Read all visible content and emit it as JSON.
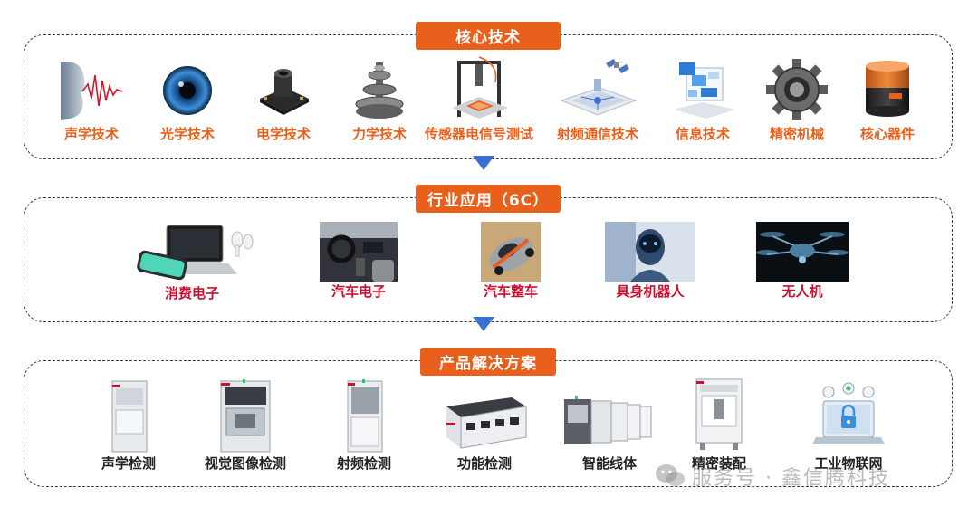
{
  "core_tech": {
    "title": "核心技术",
    "items": [
      {
        "label": "声学技术",
        "icon": "acoustic-wave-head-icon"
      },
      {
        "label": "光学技术",
        "icon": "eye-iris-icon"
      },
      {
        "label": "电学技术",
        "icon": "camera-module-chip-icon"
      },
      {
        "label": "力学技术",
        "icon": "gear-stack-icon"
      },
      {
        "label": "传感器电信号测试",
        "icon": "sensor-test-rig-icon"
      },
      {
        "label": "射频通信技术",
        "icon": "satellite-tablet-icon"
      },
      {
        "label": "信息技术",
        "icon": "monitor-screens-icon"
      },
      {
        "label": "精密机械",
        "icon": "precision-gear-icon"
      },
      {
        "label": "核心器件",
        "icon": "cylinder-device-icon"
      }
    ]
  },
  "industry": {
    "title": "行业应用（6C）",
    "items": [
      {
        "label": "消费电子",
        "icon": "laptop-phone-earbuds-icon"
      },
      {
        "label": "汽车电子",
        "icon": "car-interior-icon"
      },
      {
        "label": "汽车整车",
        "icon": "sports-car-icon"
      },
      {
        "label": "具身机器人",
        "icon": "robot-head-icon"
      },
      {
        "label": "无人机",
        "icon": "drone-icon"
      }
    ]
  },
  "solutions": {
    "title": "产品解决方案",
    "items": [
      {
        "label": "声学检测",
        "icon": "acoustic-test-cabinet-icon"
      },
      {
        "label": "视觉图像检测",
        "icon": "vision-test-cabinet-icon"
      },
      {
        "label": "射频检测",
        "icon": "rf-test-cabinet-icon"
      },
      {
        "label": "功能检测",
        "icon": "function-test-line-icon"
      },
      {
        "label": "智能线体",
        "icon": "smart-production-line-icon"
      },
      {
        "label": "精密装配",
        "icon": "precision-assembly-machine-icon"
      },
      {
        "label": "工业物联网",
        "icon": "iot-security-laptop-icon"
      }
    ]
  },
  "watermark": {
    "text": "服务号 · 鑫信腾科技",
    "icon": "wechat-icon"
  },
  "colors": {
    "accent": "#e8601c",
    "red_label": "#c8102e",
    "arrow": "#3b6fd6"
  }
}
